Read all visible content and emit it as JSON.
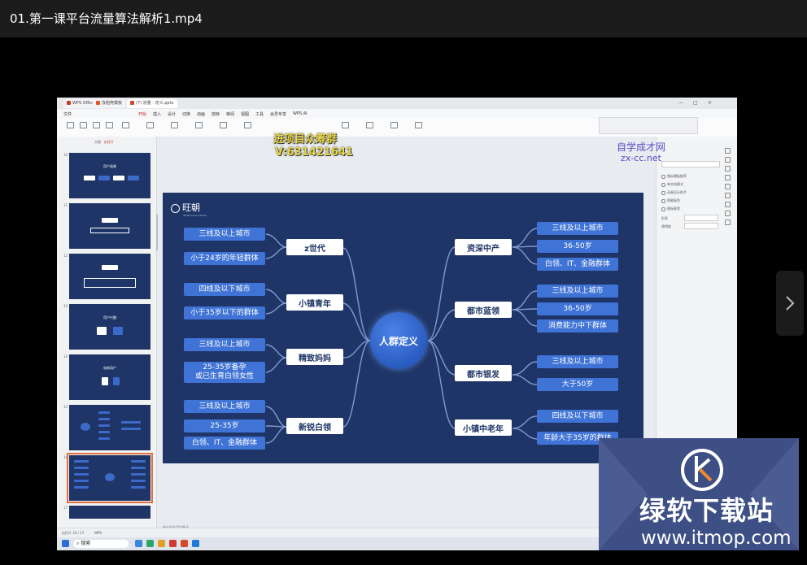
{
  "player": {
    "title": "01.第一课平台流量算法解析1.mp4"
  },
  "wps": {
    "tabs": [
      "WPS Office",
      "找稻壳模板",
      "(7) 流量 - 定义.pptx"
    ],
    "menus": [
      "文件",
      "开始",
      "插入",
      "设计",
      "切换",
      "动画",
      "放映",
      "审阅",
      "视图",
      "工具",
      "会员专享",
      "WPS AI"
    ],
    "active_menu": "开始",
    "thumb_header": [
      "大纲",
      "幻灯片"
    ],
    "thumb_numbers": [
      "10",
      "11",
      "12",
      "13",
      "14",
      "15",
      "16",
      "17"
    ],
    "thumb_titles": {
      "t10": "用户画像",
      "t11": "用户群体",
      "t12": "用户画像",
      "t13": "用户兴趣",
      "t14": "电商用户"
    },
    "status_left": "幻灯片 16 / 17",
    "status_theme": "WPS",
    "slide_note": "单击此处添加备注",
    "taskbar_search": "搜索",
    "right_panel": {
      "lines": [
        "相似模板推荐",
        "单文档模式",
        "动画设计助手",
        "智能配色",
        "图标推荐"
      ],
      "fields": [
        "形状",
        "透明度"
      ]
    }
  },
  "slide": {
    "logo_text": "旺朝",
    "logo_sub": "WANGCHAO MEDIA",
    "center": "人群定义",
    "left_groups": [
      {
        "category": "z世代",
        "items": [
          "三线及以上城市",
          "小于24岁的年轻群体"
        ]
      },
      {
        "category": "小镇青年",
        "items": [
          "四线及以下城市",
          "小于35岁以下的群体"
        ]
      },
      {
        "category": "精致妈妈",
        "items": [
          "三线及以上城市",
          "25-35岁备孕\n或已生育白领女性"
        ]
      },
      {
        "category": "新锐白领",
        "items": [
          "三线及以上城市",
          "25-35岁",
          "白领、IT、金融群体"
        ]
      }
    ],
    "right_groups": [
      {
        "category": "资深中产",
        "items": [
          "三线及以上城市",
          "36-50岁",
          "白领、IT、金融群体"
        ]
      },
      {
        "category": "都市蓝领",
        "items": [
          "三线及以上城市",
          "36-50岁",
          "消费能力中下群体"
        ]
      },
      {
        "category": "都市银发",
        "items": [
          "三线及以上城市",
          "大于50岁"
        ]
      },
      {
        "category": "小镇中老年",
        "items": [
          "四线及以下城市",
          "年龄大于35岁的群体"
        ]
      }
    ]
  },
  "watermarks": {
    "group_line1": "进项目众筹群",
    "group_line2": "V:631421641",
    "site_cn": "自学成才网",
    "site_url": "zx-cc.net",
    "itmop_cn": "绿软下载站",
    "itmop_url": "www.itmop.com"
  },
  "icons": [
    "chevron-right-icon",
    "logo-mark-icon",
    "search-icon"
  ]
}
